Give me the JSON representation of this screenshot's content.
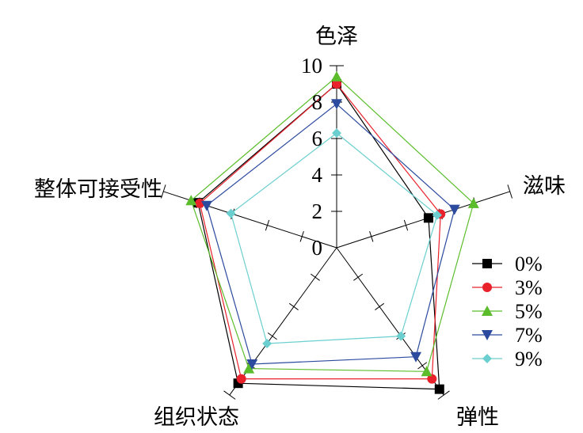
{
  "chart_data": {
    "type": "radar",
    "title": "",
    "axes": [
      "色泽",
      "滋味",
      "弹性",
      "组织状态",
      "整体可接受性"
    ],
    "range": [
      0,
      10
    ],
    "ticks": [
      "0",
      "2",
      "4",
      "6",
      "8",
      "10"
    ],
    "legend_position": "right",
    "series": [
      {
        "name": "0%",
        "color": "#000000",
        "marker": "square",
        "values": [
          9.0,
          5.3,
          9.6,
          9.2,
          8.0
        ]
      },
      {
        "name": "3%",
        "color": "#e8212b",
        "marker": "circle",
        "values": [
          9.0,
          6.0,
          8.9,
          8.9,
          7.9
        ]
      },
      {
        "name": "5%",
        "color": "#5bbd2b",
        "marker": "triangle-up",
        "values": [
          9.4,
          7.9,
          8.4,
          8.2,
          8.4
        ]
      },
      {
        "name": "7%",
        "color": "#2c4a9e",
        "marker": "triangle-down",
        "values": [
          7.9,
          6.8,
          7.4,
          7.9,
          7.5
        ]
      },
      {
        "name": "9%",
        "color": "#6ccfcf",
        "marker": "diamond",
        "values": [
          6.3,
          5.8,
          6.0,
          6.5,
          6.1
        ]
      }
    ]
  }
}
